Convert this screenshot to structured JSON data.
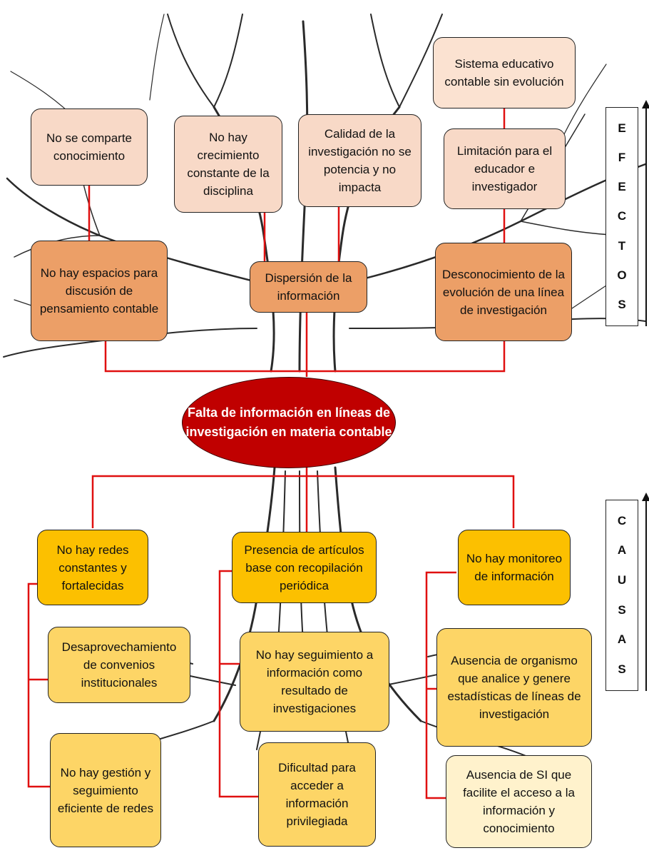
{
  "central": "Falta de información en líneas de investigación en materia contable",
  "effects_label": [
    "E",
    "F",
    "E",
    "C",
    "T",
    "O",
    "S"
  ],
  "causes_label": [
    "C",
    "A",
    "U",
    "S",
    "A",
    "S"
  ],
  "effects_top": {
    "sistema": "Sistema educativo contable sin evolución",
    "comparte": "No se comparte conocimiento",
    "crecimiento": "No hay crecimiento constante de la disciplina",
    "calidad": "Calidad de la investigación no se potencia y no impacta",
    "limitacion": "Limitación para el educador e investigador"
  },
  "effects_main": {
    "espacios": "No hay espacios para discusión de pensamiento contable",
    "dispersion": "Dispersión de la información",
    "desconocimiento": "Desconocimiento de la evolución de una línea de investigación"
  },
  "causes_main": {
    "redes": "No hay redes constantes y fortalecidas",
    "articulos": "Presencia de artículos base con recopilación periódica",
    "monitoreo": "No hay monitoreo de información"
  },
  "causes_sub": {
    "convenios": "Desaprovechamiento de convenios institucionales",
    "gestion": "No hay gestión y seguimiento eficiente de redes",
    "seguimiento": "No hay seguimiento a información como resultado de investigaciones",
    "dificultad": "Dificultad para acceder a información privilegiada",
    "organismo": "Ausencia de organismo que analice y genere estadísticas de líneas de investigación",
    "si": "Ausencia de SI que facilite el acceso a la información y conocimiento"
  },
  "colors": {
    "connector": "#e01010",
    "central": "#c00000",
    "effect_light": "#f8d9c7",
    "effect_mid": "#ec9f67",
    "cause_main": "#fcc000",
    "cause_sub": "#fdd566",
    "cause_cream": "#fff2cc"
  }
}
